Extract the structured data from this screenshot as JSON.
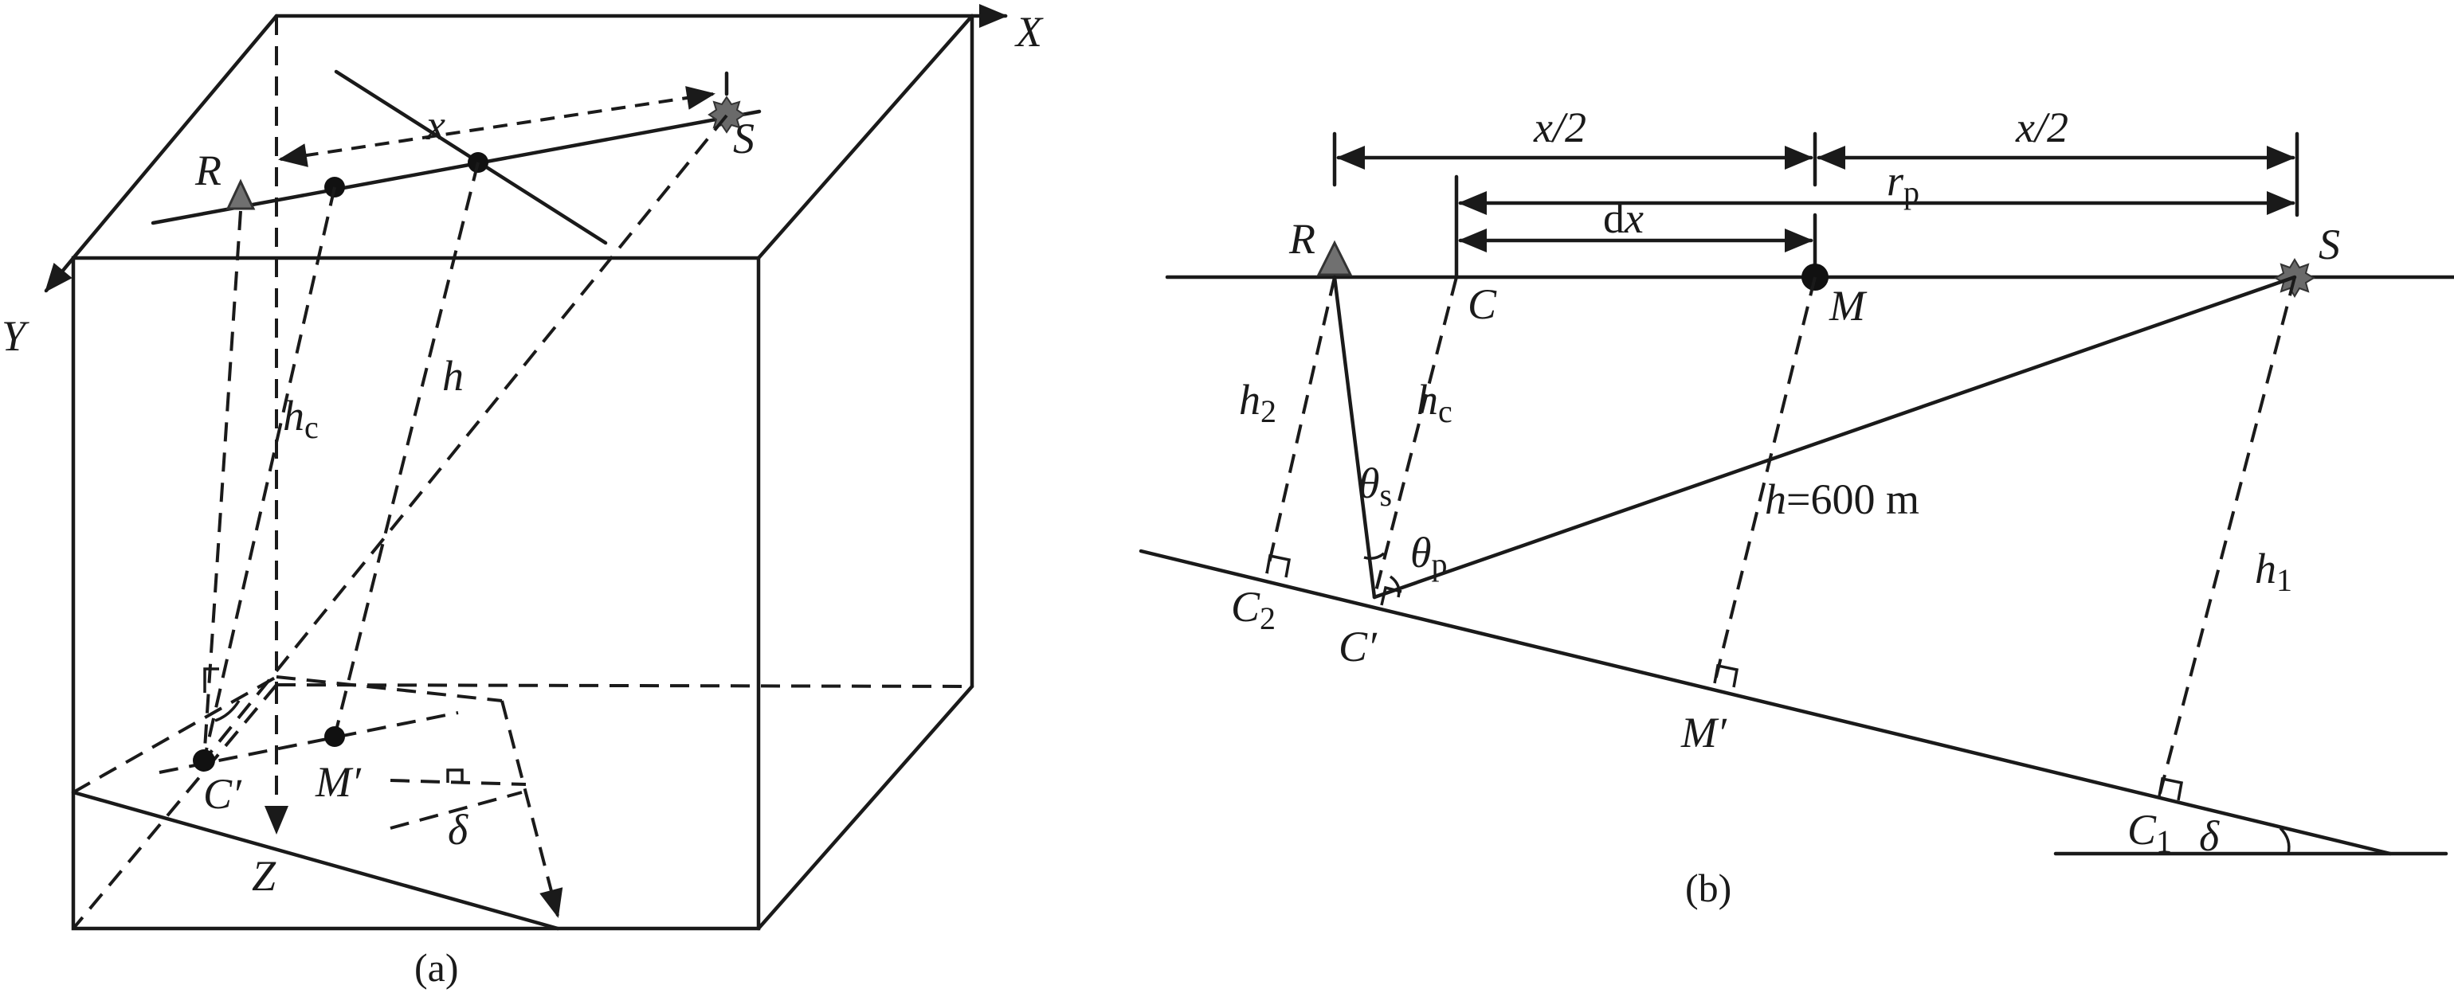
{
  "panel_a": {
    "caption": "(a)",
    "axes": {
      "x": "X",
      "y": "Y",
      "z": "Z"
    },
    "points": {
      "receiver": "R",
      "source": "S",
      "c_prime": "C",
      "m_prime": "M"
    },
    "prime_mark": "′",
    "labels": {
      "x": "x",
      "h": "h",
      "hc_main": "h",
      "hc_sub": "c",
      "delta": "δ"
    }
  },
  "panel_b": {
    "caption": "(b)",
    "points": {
      "receiver": "R",
      "c": "C",
      "m": "M",
      "source": "S",
      "c2_main": "C",
      "c2_sub": "2",
      "c_prime": "C",
      "m_prime": "M",
      "c1_main": "C",
      "c1_sub": "1"
    },
    "prime_mark": "′",
    "labels": {
      "half_x_left": "x/2",
      "half_x_right": "x/2",
      "rp_main": "r",
      "rp_sub": "p",
      "dx_d": "d",
      "dx_x": "x",
      "h2_main": "h",
      "h2_sub": "2",
      "hc_main": "h",
      "hc_sub": "c",
      "theta_s_main": "θ",
      "theta_s_sub": "s",
      "theta_p_main": "θ",
      "theta_p_sub": "p",
      "h_main": "h",
      "h_value": "=600 m",
      "h1_main": "h",
      "h1_sub": "1",
      "delta": "δ"
    }
  }
}
